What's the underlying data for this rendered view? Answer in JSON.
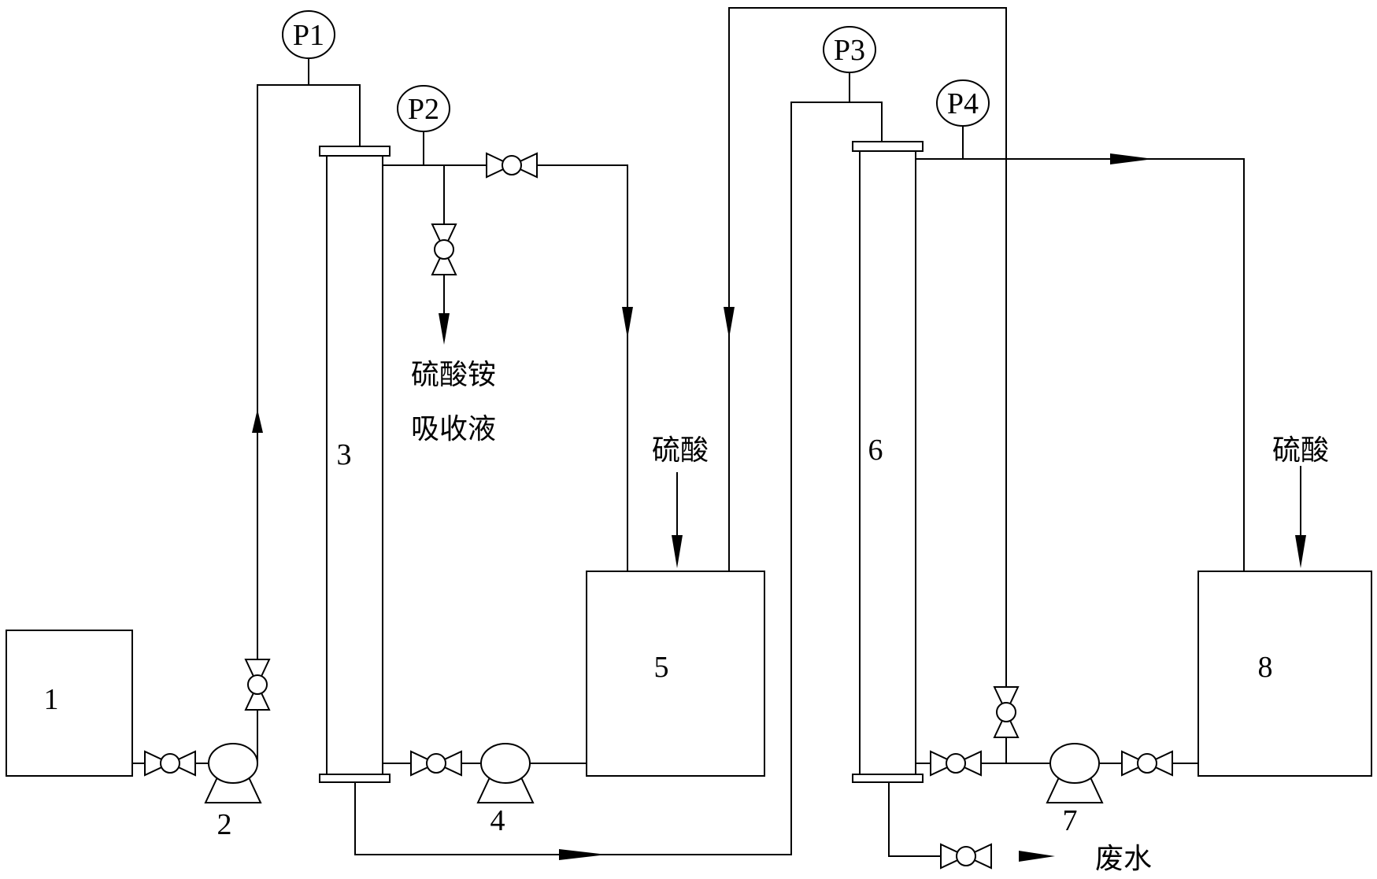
{
  "equipment": {
    "tank_1": "1",
    "pump_2": "2",
    "column_3": "3",
    "pump_4": "4",
    "tank_5": "5",
    "column_6": "6",
    "pump_7": "7",
    "tank_8": "8"
  },
  "gauges": {
    "p1": "P1",
    "p2": "P2",
    "p3": "P3",
    "p4": "P4"
  },
  "streams": {
    "ammonium_sulfate": "硫酸铵",
    "absorption_liquid": "吸收液",
    "sulfuric_acid_tank5": "硫酸",
    "sulfuric_acid_tank8": "硫酸",
    "waste_water": "废水"
  }
}
